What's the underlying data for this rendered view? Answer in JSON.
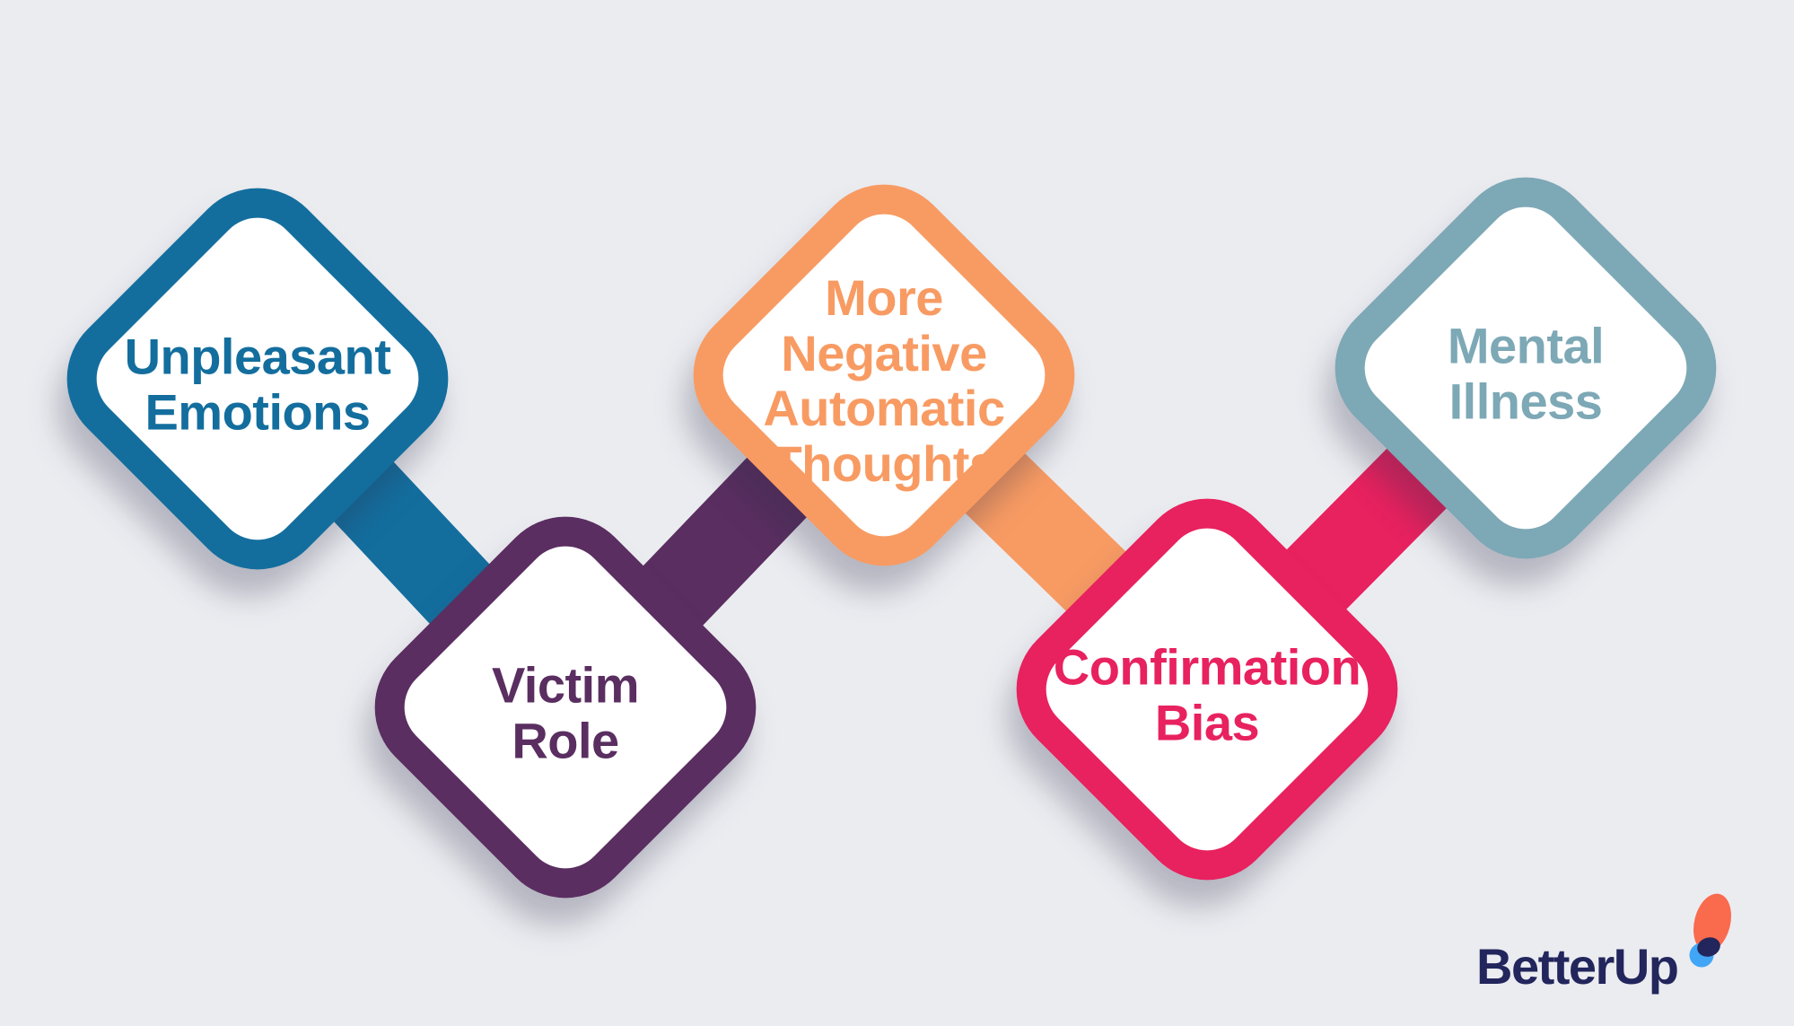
{
  "background_color": "#ebecf0",
  "diagram": {
    "description": "Zigzag chain of five rounded diamond nodes connected by thick colored bands",
    "nodes": [
      {
        "id": "unpleasant-emotions",
        "lines": [
          "Unpleasant",
          "Emotions"
        ],
        "color": "#136e9e",
        "row": "top"
      },
      {
        "id": "victim-role",
        "lines": [
          "Victim",
          "Role"
        ],
        "color": "#5a2e60",
        "row": "bottom"
      },
      {
        "id": "more-negative-automatic-thoughts",
        "lines": [
          "More",
          "Negative",
          "Automatic",
          "Thoughts"
        ],
        "color": "#f89b63",
        "row": "top"
      },
      {
        "id": "confirmation-bias",
        "lines": [
          "Confirmation",
          "Bias"
        ],
        "color": "#e8215f",
        "row": "bottom"
      },
      {
        "id": "mental-illness",
        "lines": [
          "Mental",
          "Illness"
        ],
        "color": "#7da8b6",
        "row": "top"
      }
    ],
    "connectors": [
      {
        "from": 0,
        "to": 1,
        "color": "#136e9e"
      },
      {
        "from": 1,
        "to": 2,
        "color": "#5a2e60"
      },
      {
        "from": 2,
        "to": 3,
        "color": "#f89b63"
      },
      {
        "from": 3,
        "to": 4,
        "color": "#e8215f"
      }
    ]
  },
  "logo": {
    "wordmark": "BetterUp",
    "text_color": "#22265c",
    "mark_orange": "#fa6a4d",
    "mark_blue": "#41a6f5",
    "mark_overlap": "#22265c"
  }
}
